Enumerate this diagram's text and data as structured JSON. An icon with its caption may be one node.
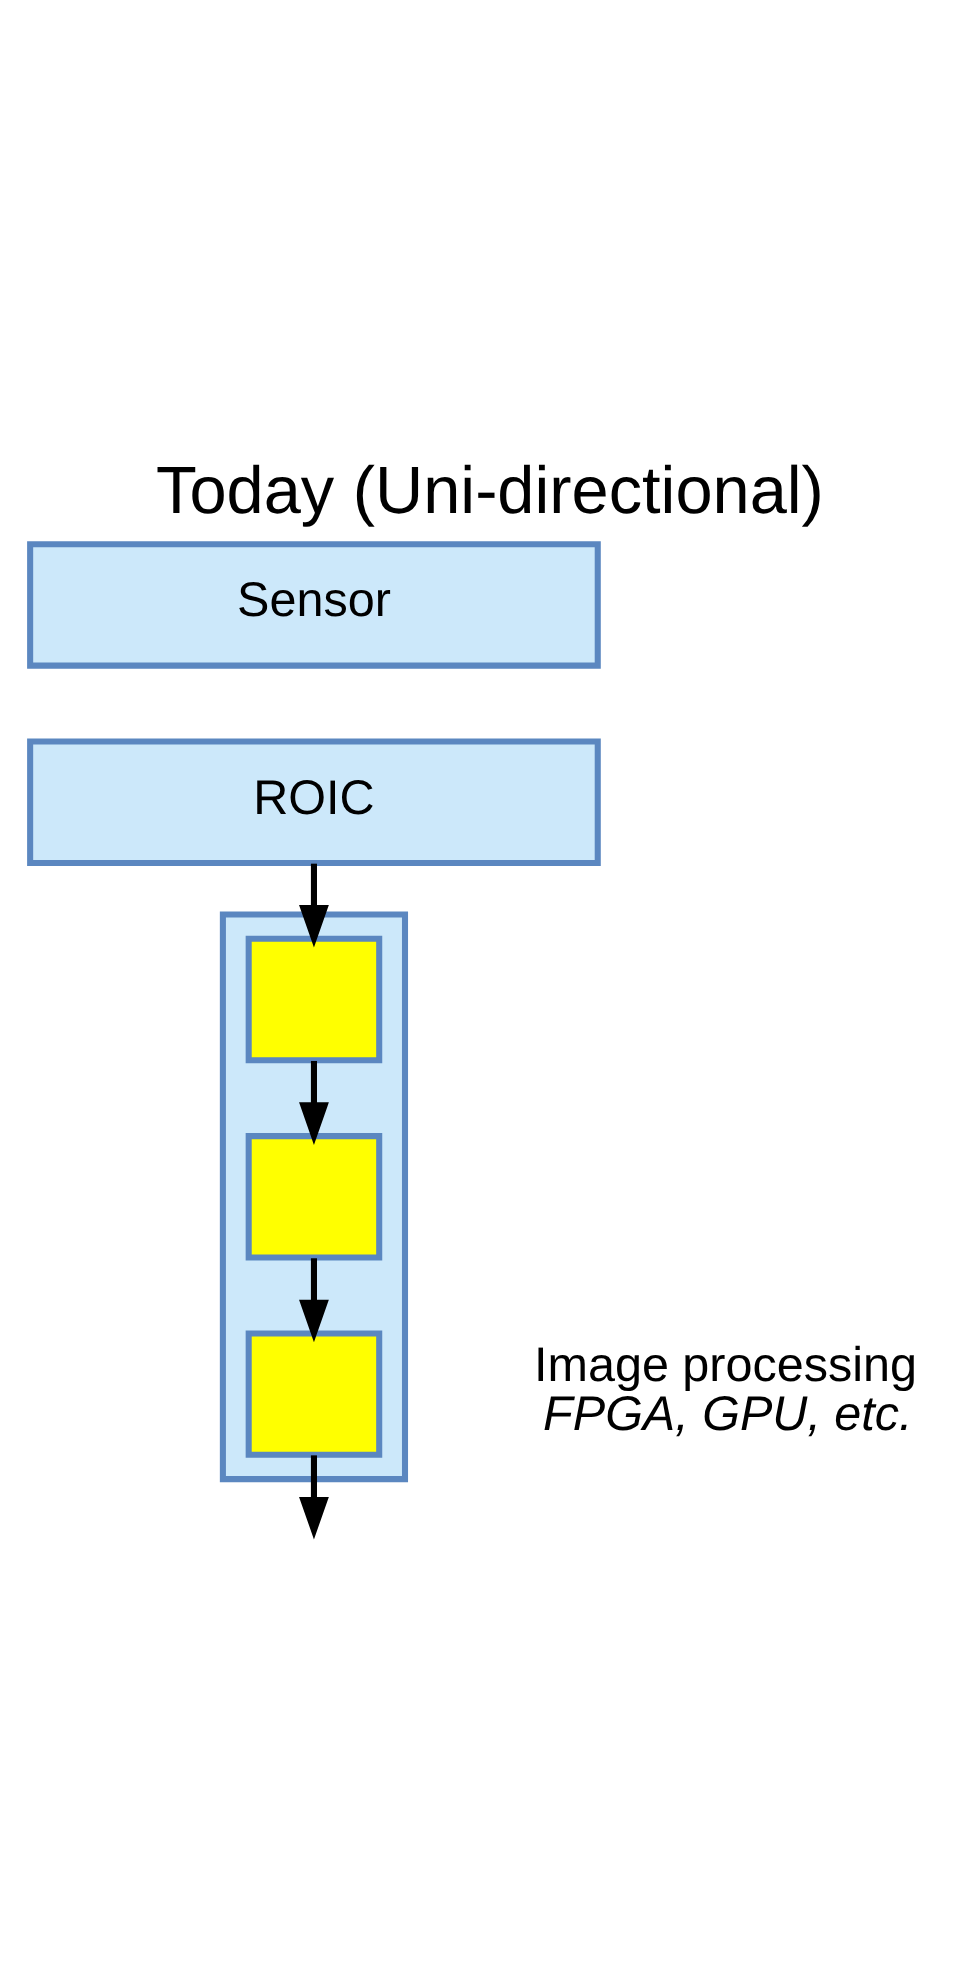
{
  "diagram": {
    "title": "Today (Uni-directional)",
    "nodes": [
      {
        "text": [
          "Sensor"
        ]
      },
      {
        "text": [
          "ROIC"
        ]
      },
      {
        "text": [],
        "shape": "box",
        "beside": [
          "Image processing",
          "FPGA, GPU, etc."
        ]
      },
      {
        "text": [],
        "shape": "box",
        "in": 2
      },
      {
        "text": [],
        "shape": "box",
        "in": 2
      },
      {
        "text": [],
        "shape": "box",
        "in": 2
      }
    ],
    "edges": [
      {
        "from": 1,
        "to": 3,
        "arrow": "to"
      },
      {
        "from": 3,
        "to": 4,
        "arrow": "to"
      },
      {
        "from": 4,
        "to": 5,
        "arrow": "to"
      },
      {
        "from": 5,
        "to": null,
        "arrow": "to"
      }
    ]
  }
}
